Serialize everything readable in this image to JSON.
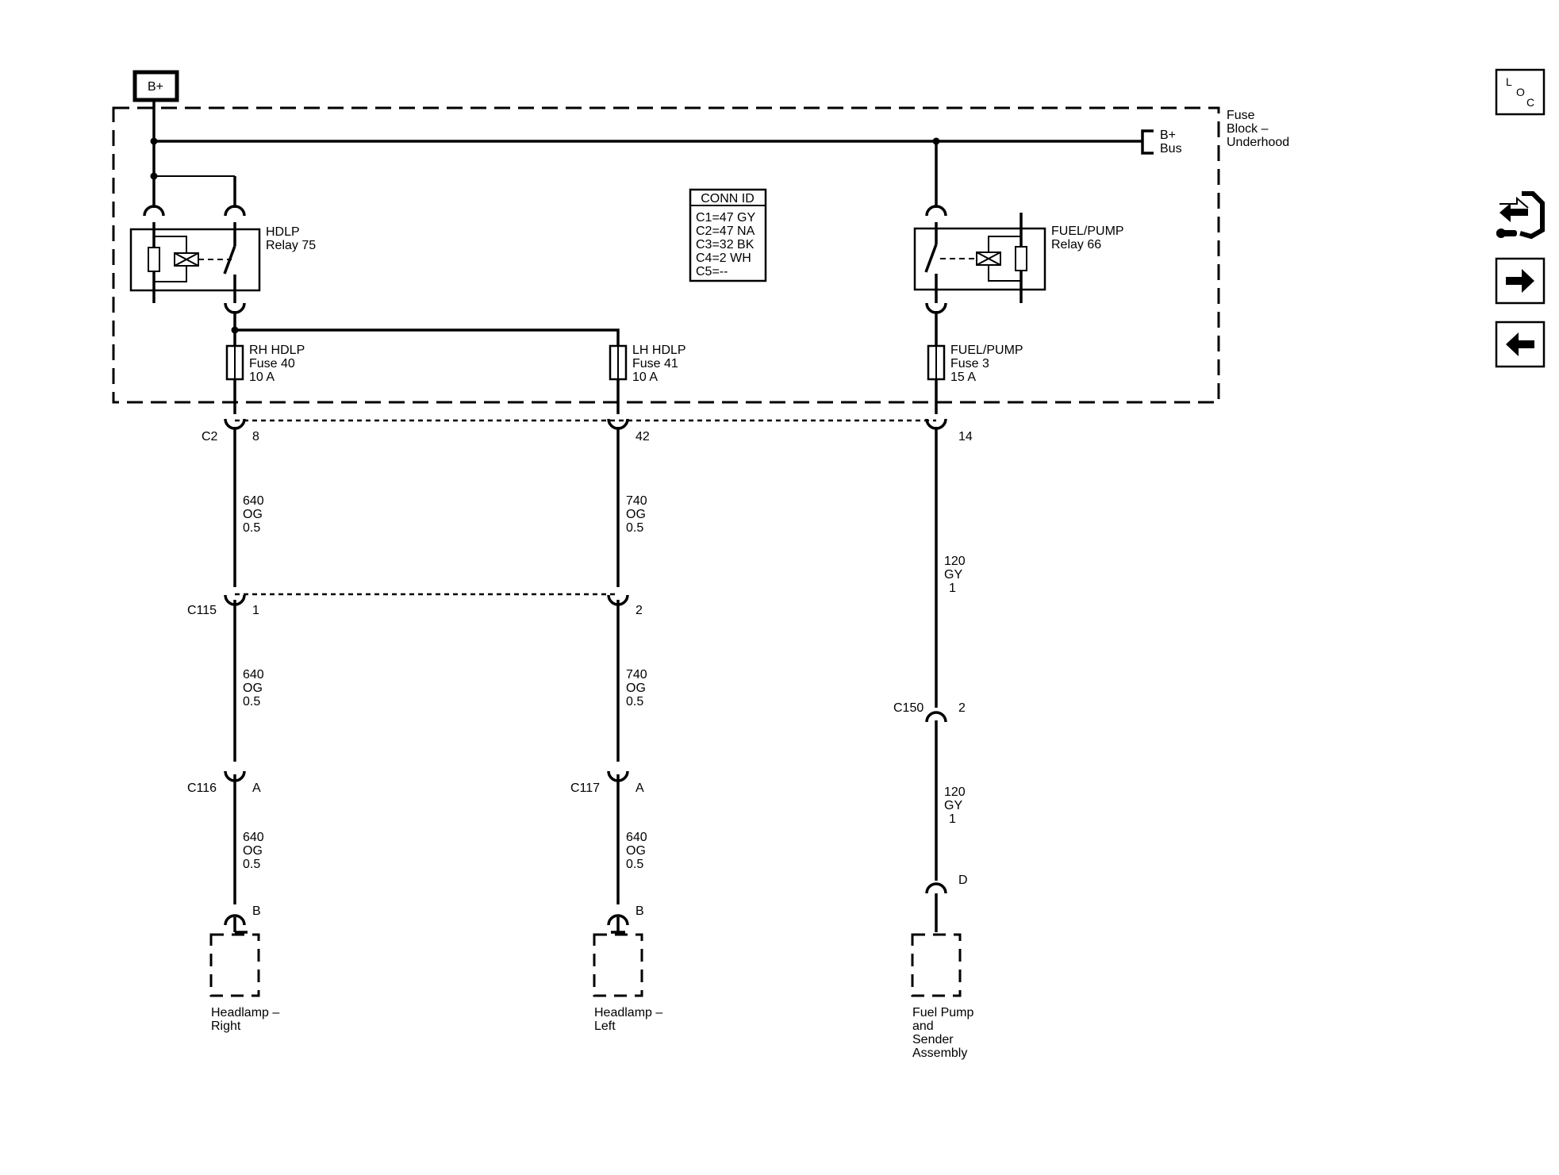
{
  "supply": {
    "label": "B+"
  },
  "fuse_block": {
    "label": [
      "Fuse",
      "Block –",
      "Underhood"
    ]
  },
  "bus": {
    "label": [
      "B+",
      "Bus"
    ]
  },
  "conn_id": {
    "title": "CONN ID",
    "rows": [
      "C1=47 GY",
      "C2=47 NA",
      "C3=32 BK",
      "C4=2 WH",
      "C5=--"
    ]
  },
  "relays": {
    "hdlp": [
      "HDLP",
      "Relay 75"
    ],
    "fuel": [
      "FUEL/PUMP",
      "Relay 66"
    ]
  },
  "fuses": {
    "rh": [
      "RH HDLP",
      "Fuse 40",
      "10 A"
    ],
    "lh": [
      "LH HDLP",
      "Fuse 41",
      "10 A"
    ],
    "fuel": [
      "FUEL/PUMP",
      "Fuse 3",
      "15 A"
    ]
  },
  "connectors": {
    "c2": {
      "name": "C2",
      "pins": [
        "8",
        "42",
        "14"
      ]
    },
    "c115": {
      "name": "C115",
      "pins": [
        "1",
        "2"
      ]
    },
    "c150": {
      "name": "C150",
      "pin": "2"
    },
    "c116": {
      "name": "C116",
      "pin": "A"
    },
    "c117": {
      "name": "C117",
      "pin": "A"
    },
    "headlamp_right_pin": "B",
    "headlamp_left_pin": "B",
    "fuel_pump_pin": "D"
  },
  "wires": {
    "rh_1": [
      "640",
      "OG",
      "0.5"
    ],
    "lh_1": [
      "740",
      "OG",
      "0.5"
    ],
    "fuel_1": [
      "120",
      "GY",
      "1"
    ],
    "rh_2": [
      "640",
      "OG",
      "0.5"
    ],
    "lh_2": [
      "740",
      "OG",
      "0.5"
    ],
    "fuel_2": [
      "120",
      "GY",
      "1"
    ],
    "rh_3": [
      "640",
      "OG",
      "0.5"
    ],
    "lh_3": [
      "640",
      "OG",
      "0.5"
    ]
  },
  "components": {
    "headlamp_right": [
      "Headlamp –",
      "Right"
    ],
    "headlamp_left": [
      "Headlamp –",
      "Left"
    ],
    "fuel_pump": [
      "Fuel Pump",
      "and",
      "Sender",
      "Assembly"
    ]
  },
  "nav": {
    "loc": [
      "L",
      "O",
      "C"
    ]
  }
}
